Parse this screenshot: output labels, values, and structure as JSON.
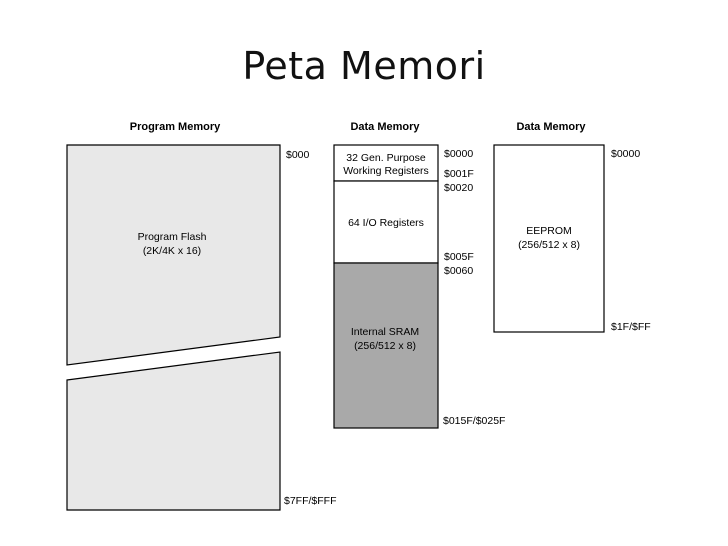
{
  "title": "Peta Memori",
  "program_memory": {
    "heading": "Program Memory",
    "block_label": [
      "Program Flash",
      "(2K/4K x 16)"
    ],
    "addr_start": "$000",
    "addr_end": "$7FF/$FFF"
  },
  "data_memory": {
    "heading": "Data Memory",
    "registers_label": [
      "32 Gen. Purpose",
      "Working Registers"
    ],
    "io_label": "64 I/O Registers",
    "sram_label": [
      "Internal SRAM",
      "(256/512 x 8)"
    ],
    "addresses": [
      "$0000",
      "$001F",
      "$0020",
      "$005F",
      "$0060",
      "$015F/$025F"
    ]
  },
  "eeprom_memory": {
    "heading": "Data Memory",
    "block_label": [
      "EEPROM",
      "(256/512 x 8)"
    ],
    "addr_start": "$0000",
    "addr_end": "$1F/$FF"
  },
  "colors": {
    "flash_fill": "#e8e8e8",
    "sram_fill": "#a9a9a9",
    "white_fill": "#ffffff",
    "stroke": "#000000"
  }
}
